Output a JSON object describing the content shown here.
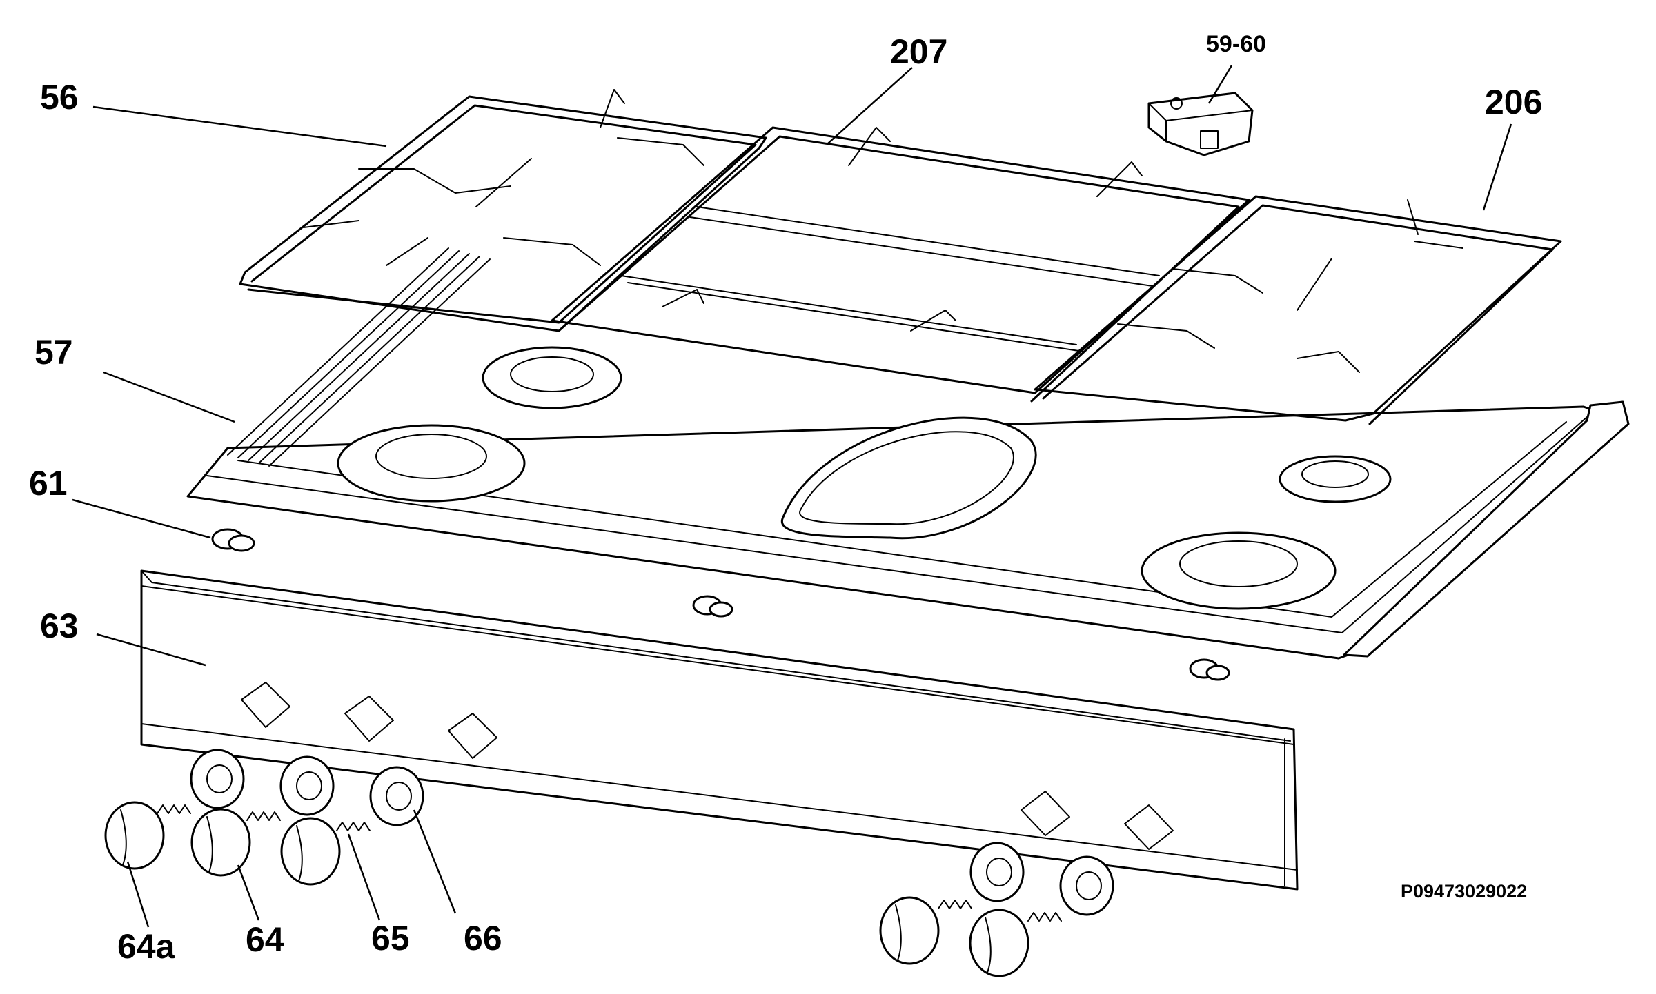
{
  "labels": {
    "l56": "56",
    "l207": "207",
    "l5960": "59-60",
    "l206": "206",
    "l57": "57",
    "l61": "61",
    "l63": "63",
    "l64a": "64a",
    "l64": "64",
    "l65": "65",
    "l66": "66"
  },
  "drawing_code": "P09473029022"
}
